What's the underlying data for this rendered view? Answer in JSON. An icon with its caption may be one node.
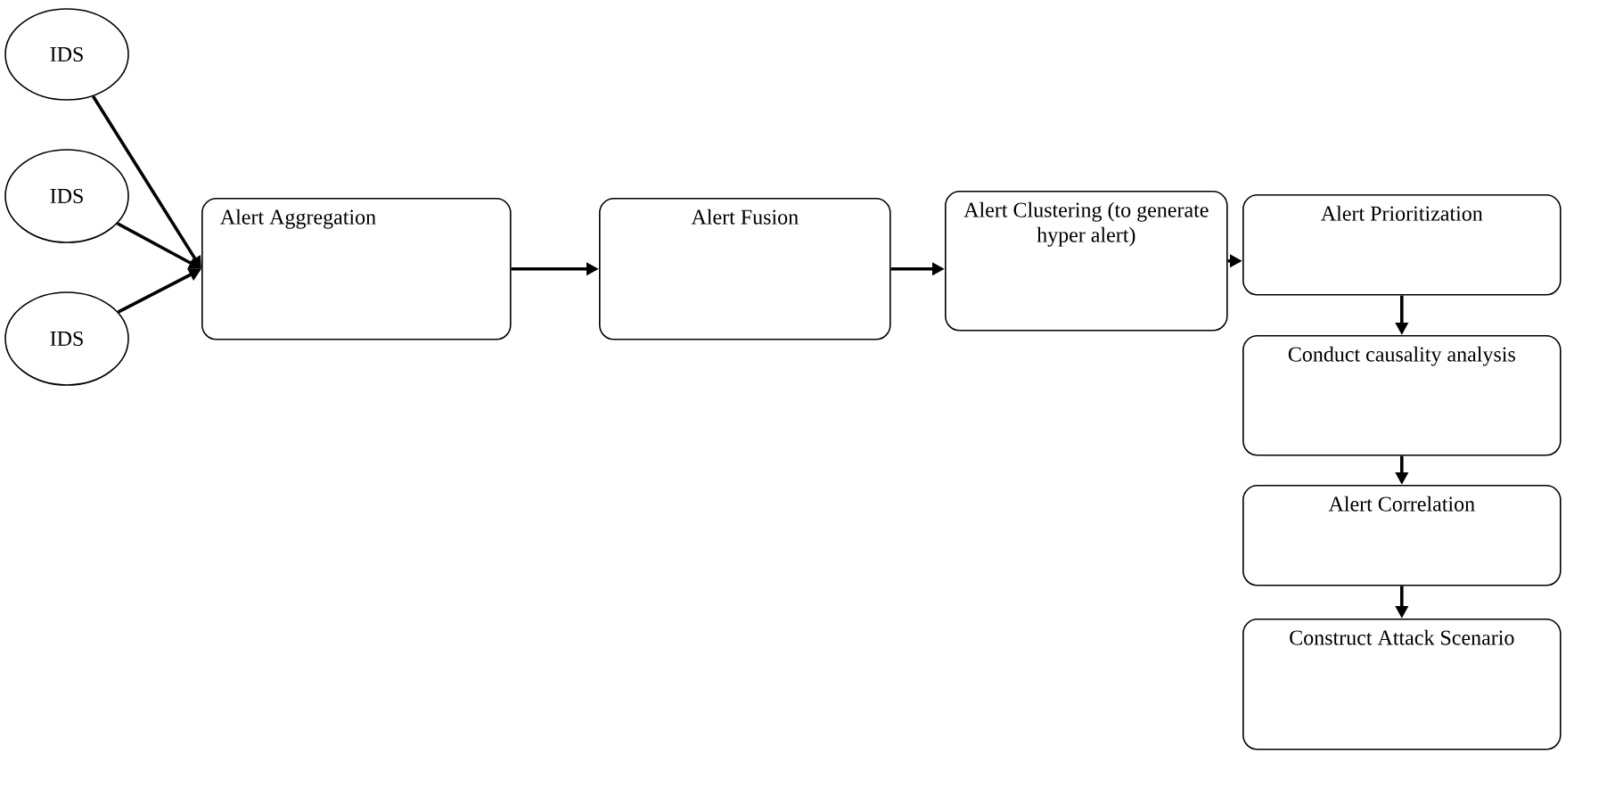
{
  "diagram": {
    "nodes": [
      {
        "text": [
          "IDS"
        ]
      },
      {
        "text": [
          "IDS"
        ]
      },
      {
        "text": [
          "IDS"
        ]
      },
      {
        "text": [
          "Alert Aggregation"
        ]
      },
      {
        "text": [
          "Alert Fusion"
        ]
      },
      {
        "text": [
          "Alert Clustering (to generate hyper alert)"
        ]
      },
      {
        "text": [
          "Alert Prioritization"
        ]
      },
      {
        "text": [
          "Conduct causality analysis"
        ]
      },
      {
        "text": [
          "Alert Correlation"
        ]
      },
      {
        "text": [
          "Construct Attack Scenario"
        ]
      }
    ],
    "edges": [
      {
        "from": 0,
        "to": 3,
        "arrow": "to"
      },
      {
        "from": 1,
        "to": 3,
        "arrow": "to"
      },
      {
        "from": 2,
        "to": 3,
        "arrow": "to"
      },
      {
        "from": 3,
        "to": 4,
        "arrow": "to"
      },
      {
        "from": 4,
        "to": 5,
        "arrow": "to"
      },
      {
        "from": 5,
        "to": 6,
        "arrow": "to"
      },
      {
        "from": 6,
        "to": 7,
        "arrow": "to"
      },
      {
        "from": 7,
        "to": 8,
        "arrow": "to"
      },
      {
        "from": 8,
        "to": 9,
        "arrow": "to"
      }
    ]
  }
}
